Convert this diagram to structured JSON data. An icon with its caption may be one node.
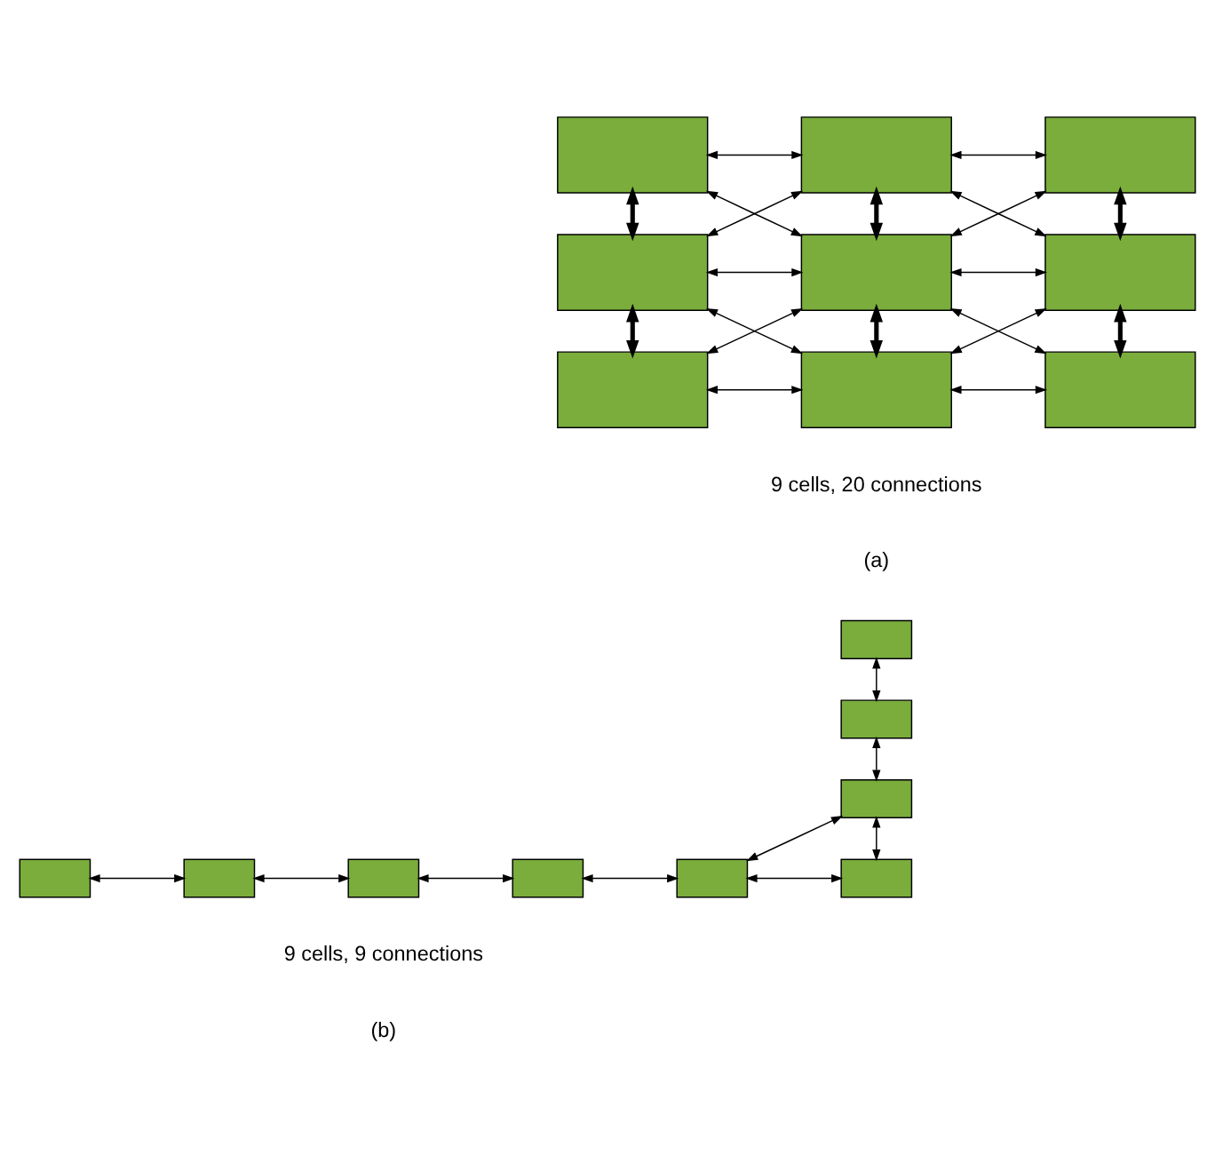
{
  "diagram": {
    "nodes": [
      {
        "text": [],
        "shape": "box"
      },
      {
        "text": [],
        "shape": "box"
      },
      {
        "text": [],
        "shape": "box"
      },
      {
        "text": [],
        "shape": "box"
      },
      {
        "text": [],
        "shape": "box"
      },
      {
        "text": [],
        "shape": "box"
      },
      {
        "text": [],
        "shape": "box"
      },
      {
        "text": [],
        "shape": "box"
      },
      {
        "text": [],
        "shape": "box"
      },
      {
        "text": [],
        "shape": "box"
      },
      {
        "text": [],
        "shape": "box"
      },
      {
        "text": [],
        "shape": "box"
      },
      {
        "text": [],
        "shape": "box"
      },
      {
        "text": [],
        "shape": "box"
      },
      {
        "text": [],
        "shape": "box"
      },
      {
        "text": [],
        "shape": "box"
      },
      {
        "text": [],
        "shape": "box"
      },
      {
        "text": [],
        "shape": "box"
      }
    ],
    "edges": [
      {
        "from": 0,
        "to": 1,
        "arrow": "both"
      },
      {
        "from": 1,
        "to": 2,
        "arrow": "both"
      },
      {
        "from": 0,
        "to": 3,
        "arrow": "both",
        "style": "thick"
      },
      {
        "from": 1,
        "to": 4,
        "arrow": "both",
        "style": "thick"
      },
      {
        "from": 2,
        "to": 5,
        "arrow": "both",
        "style": "thick"
      },
      {
        "from": 0,
        "to": 4,
        "arrow": "both"
      },
      {
        "from": 1,
        "to": 3,
        "arrow": "both"
      },
      {
        "from": 1,
        "to": 5,
        "arrow": "both"
      },
      {
        "from": 2,
        "to": 4,
        "arrow": "both"
      },
      {
        "from": 3,
        "to": 4,
        "arrow": "both"
      },
      {
        "from": 4,
        "to": 5,
        "arrow": "both"
      },
      {
        "from": 3,
        "to": 6,
        "arrow": "both",
        "style": "thick"
      },
      {
        "from": 4,
        "to": 7,
        "arrow": "both",
        "style": "thick"
      },
      {
        "from": 5,
        "to": 8,
        "arrow": "both",
        "style": "thick"
      },
      {
        "from": 3,
        "to": 7,
        "arrow": "both"
      },
      {
        "from": 4,
        "to": 6,
        "arrow": "both"
      },
      {
        "from": 4,
        "to": 8,
        "arrow": "both"
      },
      {
        "from": 5,
        "to": 7,
        "arrow": "both"
      },
      {
        "from": 6,
        "to": 7,
        "arrow": "both"
      },
      {
        "from": 7,
        "to": 8,
        "arrow": "both"
      },
      {
        "from": 9,
        "to": 10,
        "arrow": "both"
      },
      {
        "from": 10,
        "to": 11,
        "arrow": "both"
      },
      {
        "from": 16,
        "to": 11,
        "arrow": "both"
      },
      {
        "from": 11,
        "to": 17,
        "arrow": "both"
      },
      {
        "from": 12,
        "to": 13,
        "arrow": "both"
      },
      {
        "from": 13,
        "to": 14,
        "arrow": "both"
      },
      {
        "from": 14,
        "to": 15,
        "arrow": "both"
      },
      {
        "from": 15,
        "to": 16,
        "arrow": "both"
      },
      {
        "from": 16,
        "to": 17,
        "arrow": "both"
      }
    ],
    "labels": [
      "9 cells, 20 connections",
      "(a)",
      "9 cells, 9 connections",
      "(b)"
    ]
  }
}
